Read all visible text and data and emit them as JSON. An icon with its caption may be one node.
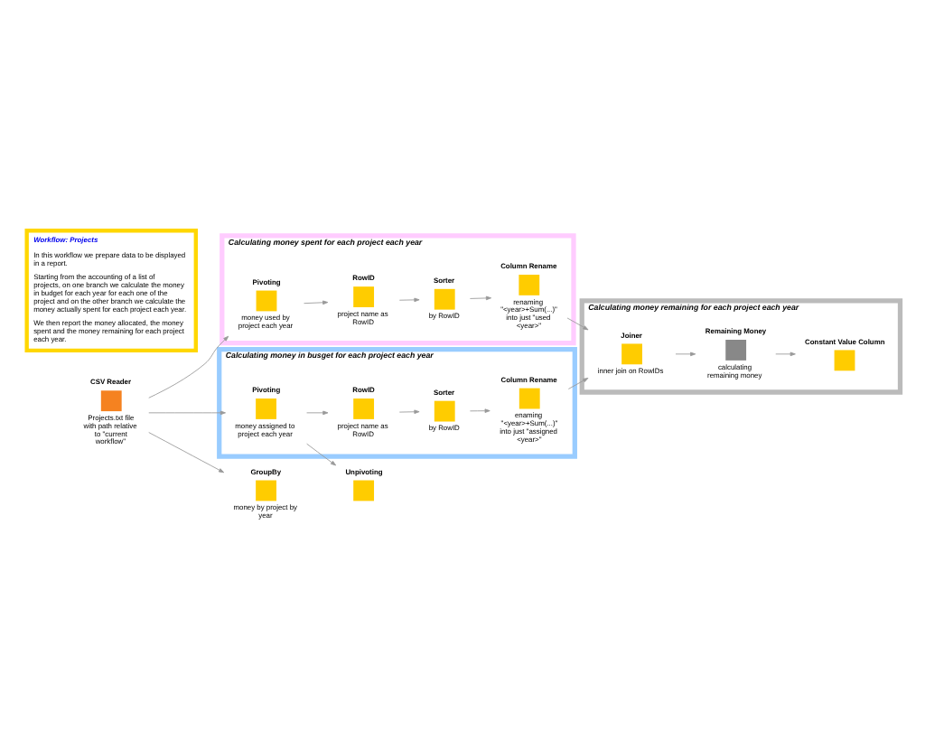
{
  "diagram": {
    "nodes": [
      {
        "text": [
          "Calculating money spent for each project each year"
        ]
      },
      {
        "text": [
          "Pivoting",
          "money used by project each year"
        ],
        "in": 0
      },
      {
        "text": [
          "RowID",
          "project name as RowID"
        ],
        "in": 0
      },
      {
        "text": [
          "Sorter",
          "by RowID"
        ],
        "in": 0
      },
      {
        "text": [
          "Column Rename",
          "renaming \"<year>+Sum(...)\" into just \"used <year>\""
        ],
        "in": 0
      },
      {
        "text": [
          "CSV Reader",
          "Projects.txt file with path relative to \"current workflow\""
        ]
      },
      {
        "text": [
          "Calculating money in busget for each project each year"
        ]
      },
      {
        "text": [
          "Pivoting",
          "money assigned to project each year"
        ],
        "in": 6
      },
      {
        "text": [
          "RowID",
          "project name as RowID"
        ],
        "in": 6
      },
      {
        "text": [
          "Sorter",
          "by RowID"
        ],
        "in": 6
      },
      {
        "text": [
          "Column Rename",
          "enaming \"<year>+Sum(...)\" into just \"assigned <year>\""
        ],
        "in": 6
      },
      {
        "text": [
          "Calculating money remaining for each project each year"
        ]
      },
      {
        "text": [
          "Joiner",
          "inner join on RowIDs"
        ],
        "in": 11
      },
      {
        "text": [
          "Remaining Money",
          "calculating remaining money"
        ],
        "in": 11
      },
      {
        "text": [
          "Constant Value Column"
        ],
        "in": 11
      },
      {
        "text": [
          "Workflow: Projects",
          "In this workflow we prepare data to be displayed in a report.",
          "Starting from the accounting of a list of projects, on one branch we calculate the money in budget for each year for each one of the project and on the other branch we calculate the money actually spent for each project each year.",
          "We then report the money allocated, the money spent and the money remaining for each project each year."
        ]
      },
      {
        "text": [
          "Unpivoting"
        ]
      },
      {
        "text": [
          "GroupBy",
          "money by project by year"
        ]
      }
    ],
    "edges": [
      {
        "from": 5,
        "to": 1,
        "arrow": "to"
      },
      {
        "from": 1,
        "to": 2,
        "arrow": "to"
      },
      {
        "from": 2,
        "to": 3,
        "arrow": "to"
      },
      {
        "from": 3,
        "to": 4,
        "arrow": "to"
      },
      {
        "from": 5,
        "to": 7,
        "arrow": "to"
      },
      {
        "from": 7,
        "to": 8,
        "arrow": "to"
      },
      {
        "from": 8,
        "to": 9,
        "arrow": "to"
      },
      {
        "from": 9,
        "to": 10,
        "arrow": "to"
      },
      {
        "from": 7,
        "to": 16,
        "arrow": "to"
      },
      {
        "from": 5,
        "to": 17,
        "arrow": "to"
      },
      {
        "from": 4,
        "to": 12,
        "arrow": "to"
      },
      {
        "from": 10,
        "to": 12,
        "arrow": "to"
      },
      {
        "from": 12,
        "to": 13,
        "arrow": "to"
      },
      {
        "from": 13,
        "to": 14,
        "arrow": "to"
      }
    ]
  }
}
